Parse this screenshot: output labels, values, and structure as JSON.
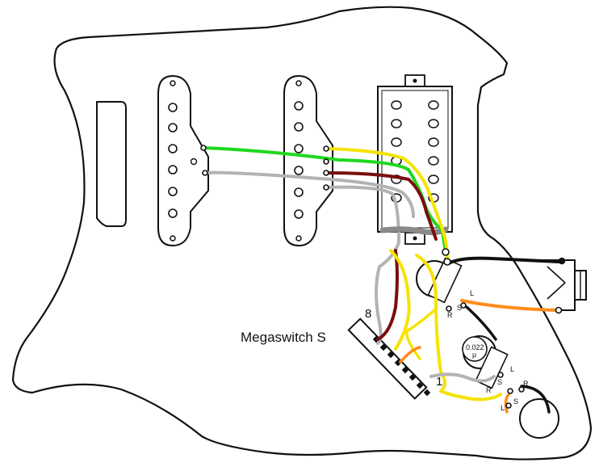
{
  "labels": {
    "switch_name": "Megaswitch S",
    "switch_pos_top": "8",
    "switch_pos_bottom": "1",
    "cap_value": "0.022",
    "cap_unit": "µ",
    "pot1_lug_l": "L",
    "pot1_lug_s": "S",
    "pot1_lug_r": "R",
    "pot2_lug_l": "L",
    "pot2_lug_s": "S",
    "pot2_lug_r": "R",
    "pot3_lug_l": "L",
    "pot3_lug_s": "S",
    "pot3_lug_r": "R"
  },
  "colors": {
    "green": "#1fd81f",
    "yellow": "#f5e300",
    "brown": "#7a0e0e",
    "grey": "#b3b3b3",
    "orange": "#ff8c1a",
    "black": "#111111"
  }
}
